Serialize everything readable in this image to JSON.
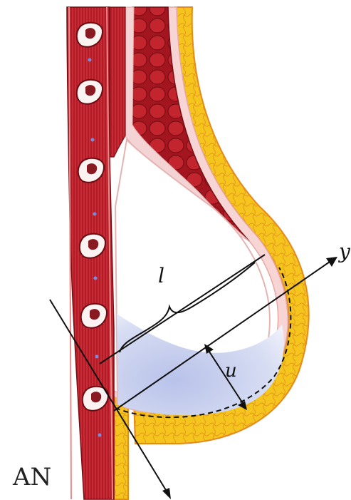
{
  "labels": {
    "l": "l",
    "u": "u",
    "y": "y",
    "signature": "AN"
  },
  "colors": {
    "muscle": "#b51a26",
    "muscle_dark": "#7d0f18",
    "membrane": "#f4cfcf",
    "fat": "#f2c21c",
    "fat_edge": "#e0901c",
    "fluid": "#c9d2ee",
    "ink": "#111111"
  }
}
